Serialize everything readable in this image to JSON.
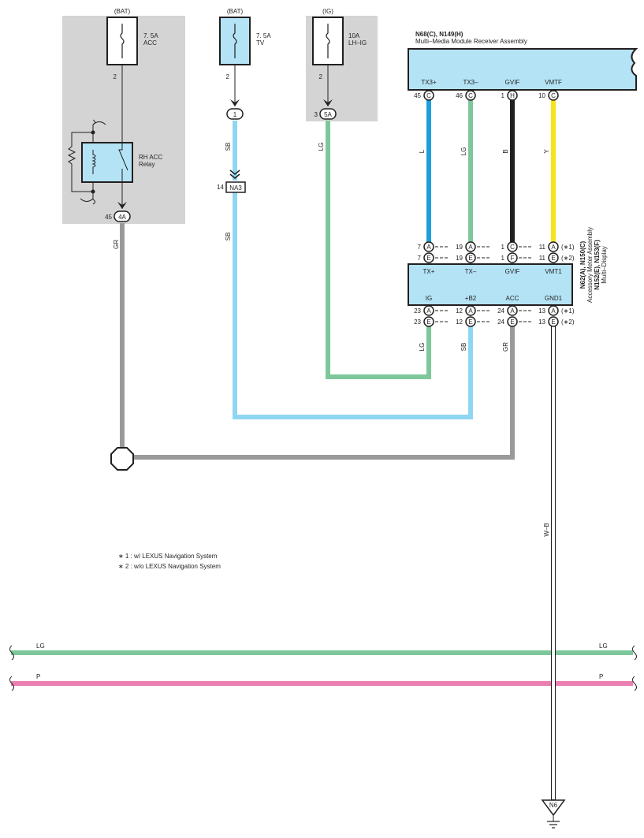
{
  "fuses": [
    {
      "source": "(BAT)",
      "rating": "7. 5A",
      "name": "ACC",
      "pin": "2"
    },
    {
      "source": "(BAT)",
      "rating": "7. 5A",
      "name": "TV",
      "pin": "2"
    },
    {
      "source": "(IG)",
      "rating": "10A",
      "name": "LH–IG",
      "pin": "2"
    }
  ],
  "relay": {
    "line1": "RH ACC",
    "line2": "Relay",
    "conn_pin": "45",
    "conn_id": "4A"
  },
  "tv_fuse_conn": {
    "id": "1"
  },
  "lhig_fuse_conn": {
    "pin": "3",
    "id": "5A"
  },
  "junction_na3": {
    "pin": "14",
    "id": "NA3"
  },
  "receiver": {
    "codes": "N68(C), N149(H)",
    "name": "Multi–Media Module Receiver Assembly",
    "terminals": [
      {
        "label": "TX3+",
        "pin": "45",
        "conn": "C"
      },
      {
        "label": "TX3–",
        "pin": "46",
        "conn": "C"
      },
      {
        "label": "GVIF",
        "pin": "1",
        "conn": "H"
      },
      {
        "label": "VMTF",
        "pin": "10",
        "conn": "C"
      }
    ]
  },
  "display": {
    "codes1": "N62(A), N150(C)",
    "name1": "Accessory Meter Assembly",
    "codes2": "N152(E), N153(F)",
    "name2": "Multi–Display",
    "top_labels": [
      "TX+",
      "TX–",
      "GVIF",
      "VMT1"
    ],
    "bottom_labels": [
      "IG",
      "+B2",
      "ACC",
      "GND1"
    ],
    "top_row1": [
      {
        "pin": "7",
        "conn": "A"
      },
      {
        "pin": "19",
        "conn": "A"
      },
      {
        "pin": "1",
        "conn": "C"
      },
      {
        "pin": "11",
        "conn": "A"
      }
    ],
    "top_row2": [
      {
        "pin": "7",
        "conn": "E"
      },
      {
        "pin": "19",
        "conn": "E"
      },
      {
        "pin": "1",
        "conn": "F"
      },
      {
        "pin": "11",
        "conn": "E"
      }
    ],
    "bottom_row1": [
      {
        "pin": "23",
        "conn": "A"
      },
      {
        "pin": "12",
        "conn": "A"
      },
      {
        "pin": "24",
        "conn": "A"
      },
      {
        "pin": "13",
        "conn": "A"
      }
    ],
    "bottom_row2": [
      {
        "pin": "23",
        "conn": "E"
      },
      {
        "pin": "12",
        "conn": "E"
      },
      {
        "pin": "24",
        "conn": "E"
      },
      {
        "pin": "13",
        "conn": "E"
      }
    ],
    "marks": [
      "(∗1)",
      "(∗2)"
    ]
  },
  "wire_labels": {
    "relay_out": "GR",
    "tv_upper": "SB",
    "tv_lower": "SB",
    "lhig": "LG",
    "tx3p": "L",
    "tx3m": "LG",
    "gvif": "B",
    "vmtf": "Y",
    "ig": "LG",
    "b2": "SB",
    "acc": "GR",
    "ground": "W–B",
    "bus_lg": "LG",
    "bus_p": "P"
  },
  "ground": {
    "id": "N6"
  },
  "notes": [
    "∗ 1 : w/ LEXUS Navigation System",
    "∗ 2 : w/o LEXUS Navigation System"
  ],
  "colors": {
    "blue": "#1e9fda",
    "light_blue": "#8fd6f4",
    "green": "#7ec79b",
    "black": "#231f20",
    "yellow": "#f7e31a",
    "gray": "#9a9a9a",
    "pink": "#ea7fb0",
    "box_fill": "#b3e3f5",
    "panel": "#d4d4d4"
  }
}
